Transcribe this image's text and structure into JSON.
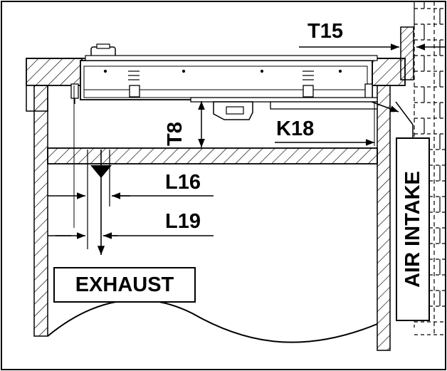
{
  "labels": {
    "t15": "T15",
    "t8": "T8",
    "k18": "K18",
    "l16": "L16",
    "l19": "L19",
    "exhaust": "EXHAUST",
    "air_intake": "AIR INTAKE"
  },
  "colors": {
    "line": "#000000",
    "background": "#ffffff"
  }
}
